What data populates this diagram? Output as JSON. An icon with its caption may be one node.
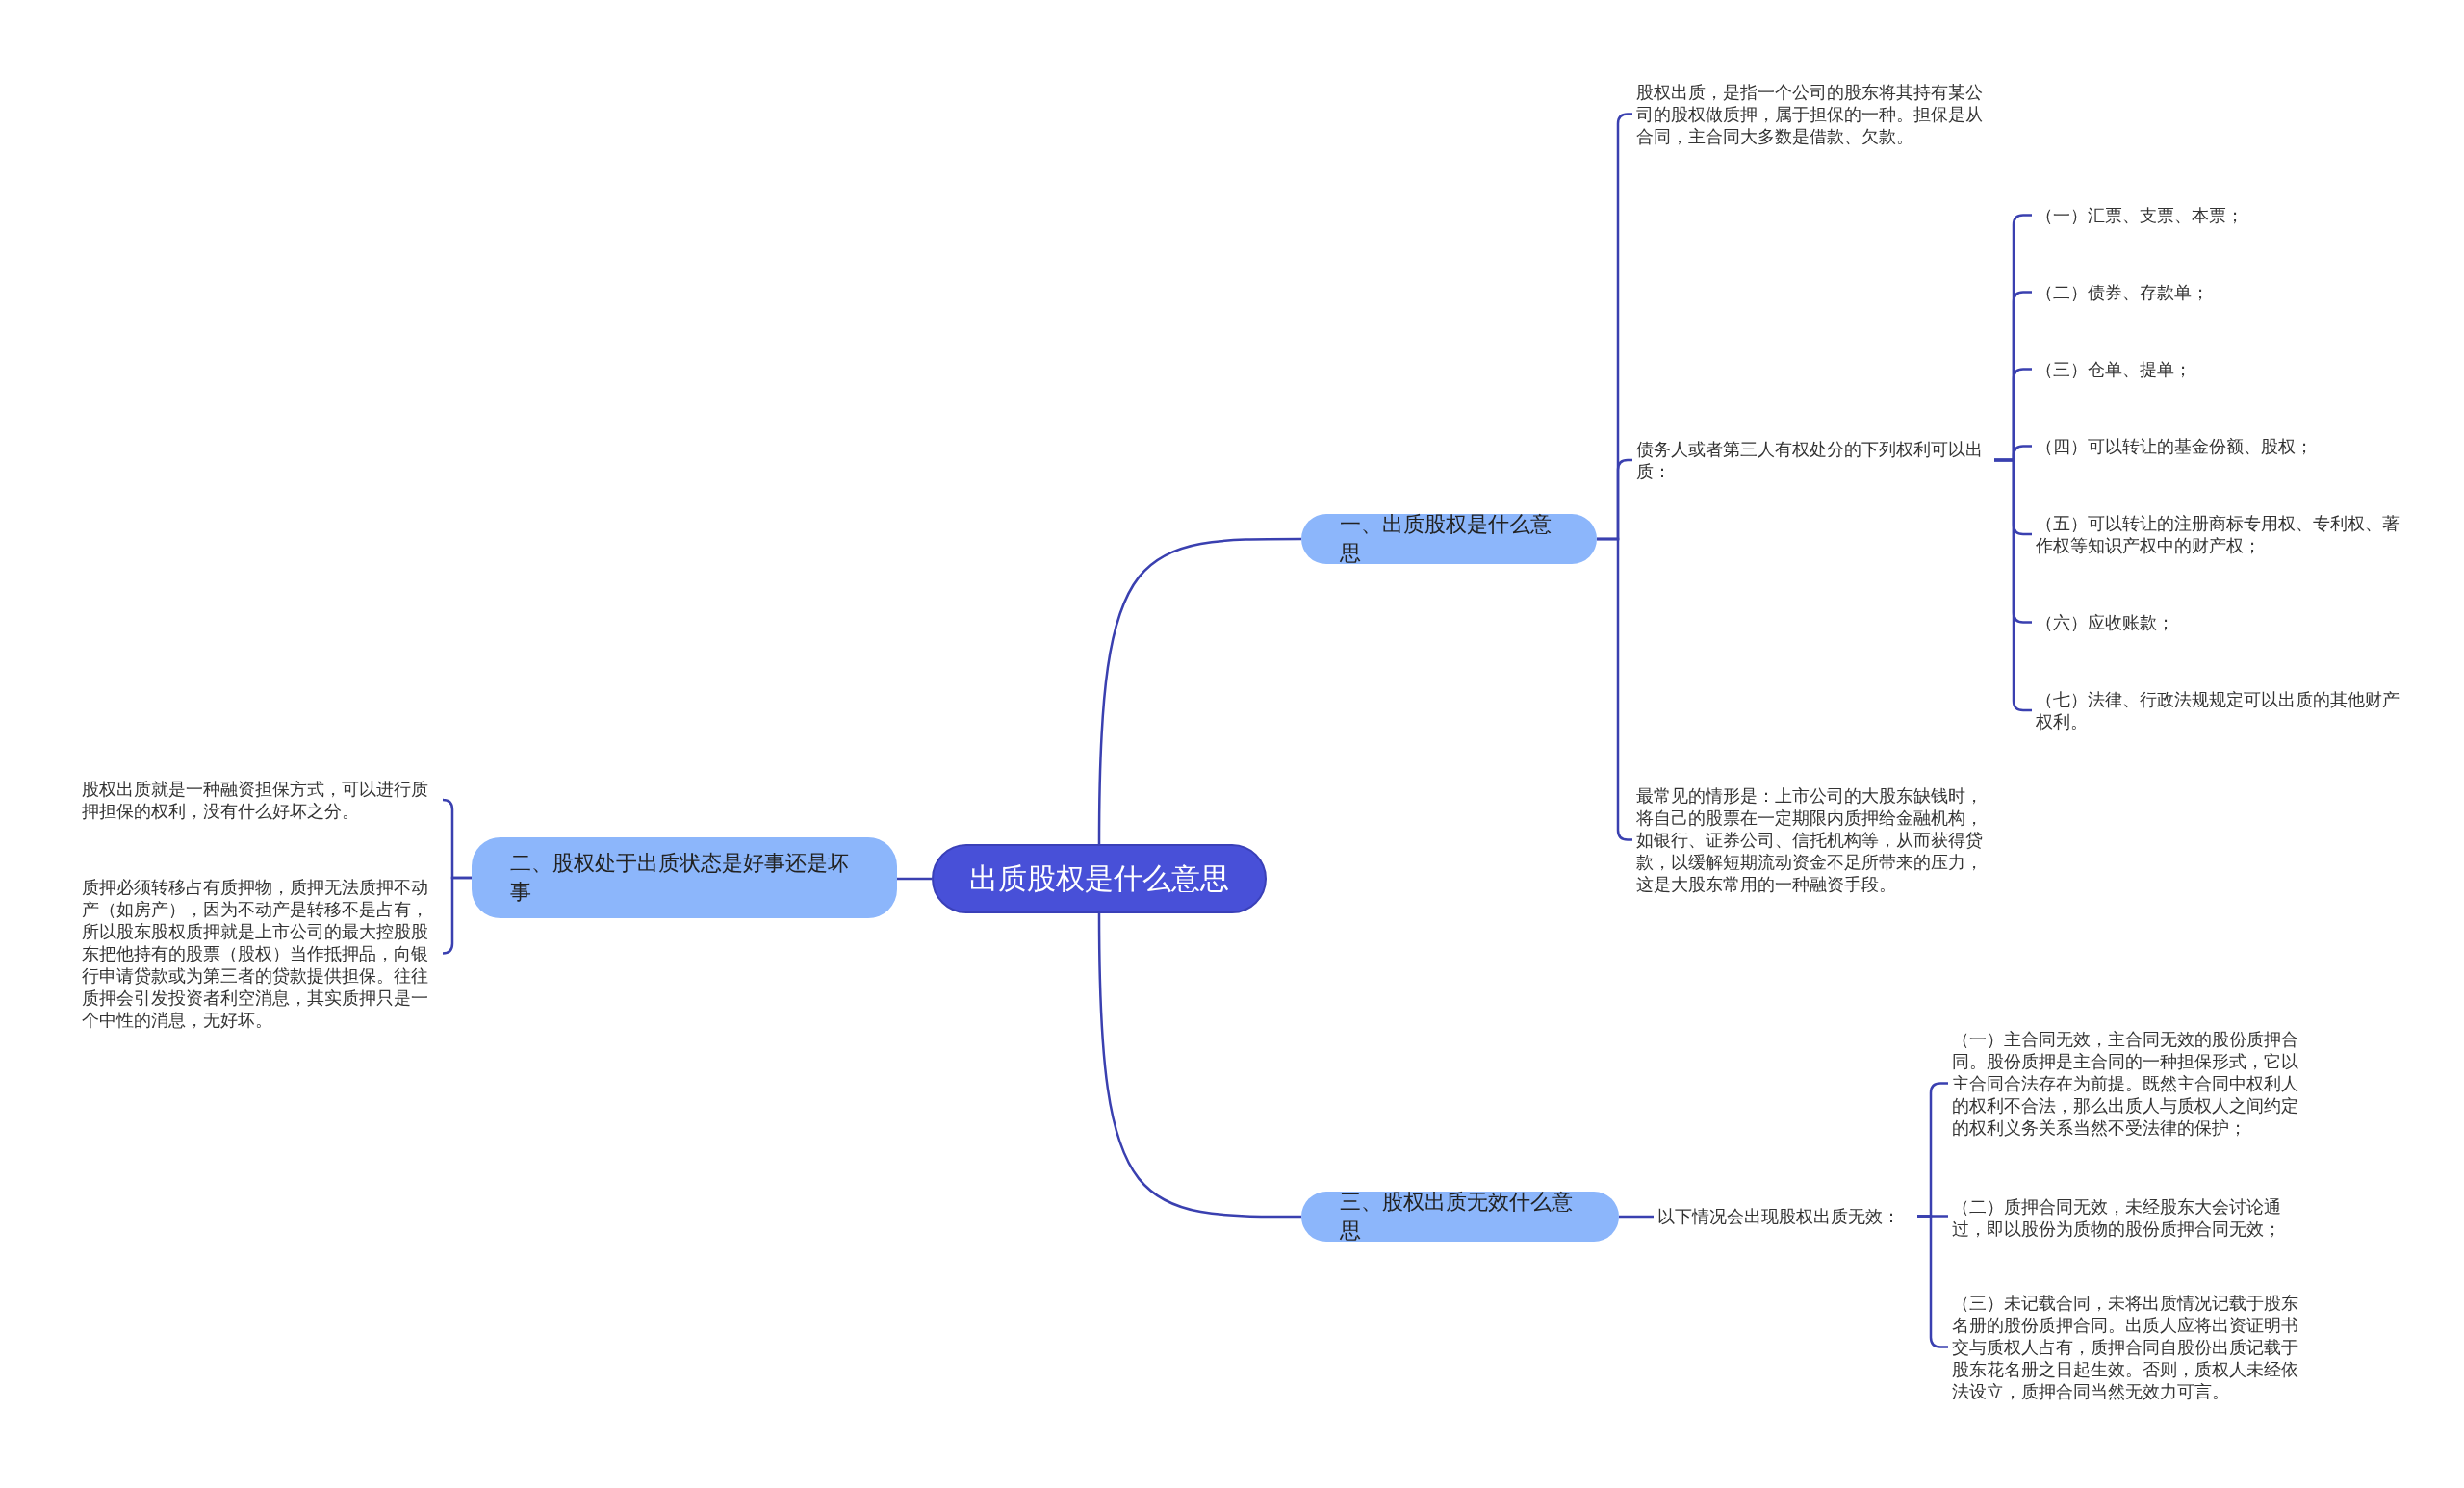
{
  "diagram": {
    "nodes": [
      {
        "text": [
          "出质股权是什么意思"
        ]
      },
      {
        "text": [
          "一、出质股权是什么意思"
        ]
      },
      {
        "text": [
          "二、股权处于出质状态是好事还是坏事"
        ]
      },
      {
        "text": [
          "三、股权出质无效什么意思"
        ]
      },
      {
        "text": [
          "股权出质，是指一个公司的股东将其持有某公司的股权做质押，属于担保的一种。担保是从合同，主合同大多数是借款、欠款。"
        ]
      },
      {
        "text": [
          "债务人或者第三人有权处分的下列权利可以出质："
        ]
      },
      {
        "text": [
          "最常见的情形是：上市公司的大股东缺钱时，将自己的股票在一定期限内质押给金融机构，如银行、证券公司、信托机构等，从而获得贷款，以缓解短期流动资金不足所带来的压力，这是大股东常用的一种融资手段。"
        ]
      },
      {
        "text": [
          "（一）汇票、支票、本票；"
        ]
      },
      {
        "text": [
          "（二）债券、存款单；"
        ]
      },
      {
        "text": [
          "（三）仓单、提单；"
        ]
      },
      {
        "text": [
          "（四）可以转让的基金份额、股权；"
        ]
      },
      {
        "text": [
          "（五）可以转让的注册商标专用权、专利权、著作权等知识产权中的财产权；"
        ]
      },
      {
        "text": [
          "（六）应收账款；"
        ]
      },
      {
        "text": [
          "（七）法律、行政法规规定可以出质的其他财产权利。"
        ]
      },
      {
        "text": [
          "股权出质就是一种融资担保方式，可以进行质押担保的权利，没有什么好坏之分。"
        ]
      },
      {
        "text": [
          "质押必须转移占有质押物，质押无法质押不动产（如房产），因为不动产是转移不是占有，所以股东股权质押就是上市公司的最大控股股东把他持有的股票（股权）当作抵押品，向银行申请贷款或为第三者的贷款提供担保。往往质押会引发投资者利空消息，其实质押只是一个中性的消息，无好坏。"
        ]
      },
      {
        "text": [
          "以下情况会出现股权出质无效："
        ]
      },
      {
        "text": [
          "（一）主合同无效，主合同无效的股份质押合同。股份质押是主合同的一种担保形式，它以主合同合法存在为前提。既然主合同中权利人的权利不合法，那么出质人与质权人之间约定的权利义务关系当然不受法律的保护；"
        ]
      },
      {
        "text": [
          "（二）质押合同无效，未经股东大会讨论通过，即以股份为质物的股份质押合同无效；"
        ]
      },
      {
        "text": [
          "（三）未记载合同，未将出质情况记载于股东名册的股份质押合同。出质人应将出资证明书交与质权人占有，质押合同自股份出质记载于股东花名册之日起生效。否则，质权人未经依法设立，质押合同当然无效力可言。"
        ]
      }
    ],
    "edges": [
      {
        "from": 0,
        "to": 1,
        "arrow": "none"
      },
      {
        "from": 0,
        "to": 2,
        "arrow": "none"
      },
      {
        "from": 0,
        "to": 3,
        "arrow": "none"
      },
      {
        "from": 1,
        "to": 4,
        "arrow": "none"
      },
      {
        "from": 1,
        "to": 5,
        "arrow": "none"
      },
      {
        "from": 1,
        "to": 6,
        "arrow": "none"
      },
      {
        "from": 5,
        "to": 7,
        "arrow": "none"
      },
      {
        "from": 5,
        "to": 8,
        "arrow": "none"
      },
      {
        "from": 5,
        "to": 9,
        "arrow": "none"
      },
      {
        "from": 5,
        "to": 10,
        "arrow": "none"
      },
      {
        "from": 5,
        "to": 11,
        "arrow": "none"
      },
      {
        "from": 5,
        "to": 12,
        "arrow": "none"
      },
      {
        "from": 5,
        "to": 13,
        "arrow": "none"
      },
      {
        "from": 2,
        "to": 14,
        "arrow": "none"
      },
      {
        "from": 2,
        "to": 15,
        "arrow": "none"
      },
      {
        "from": 3,
        "to": 16,
        "arrow": "none"
      },
      {
        "from": 16,
        "to": 17,
        "arrow": "none"
      },
      {
        "from": 16,
        "to": 18,
        "arrow": "none"
      },
      {
        "from": 16,
        "to": 19,
        "arrow": "none"
      }
    ]
  }
}
